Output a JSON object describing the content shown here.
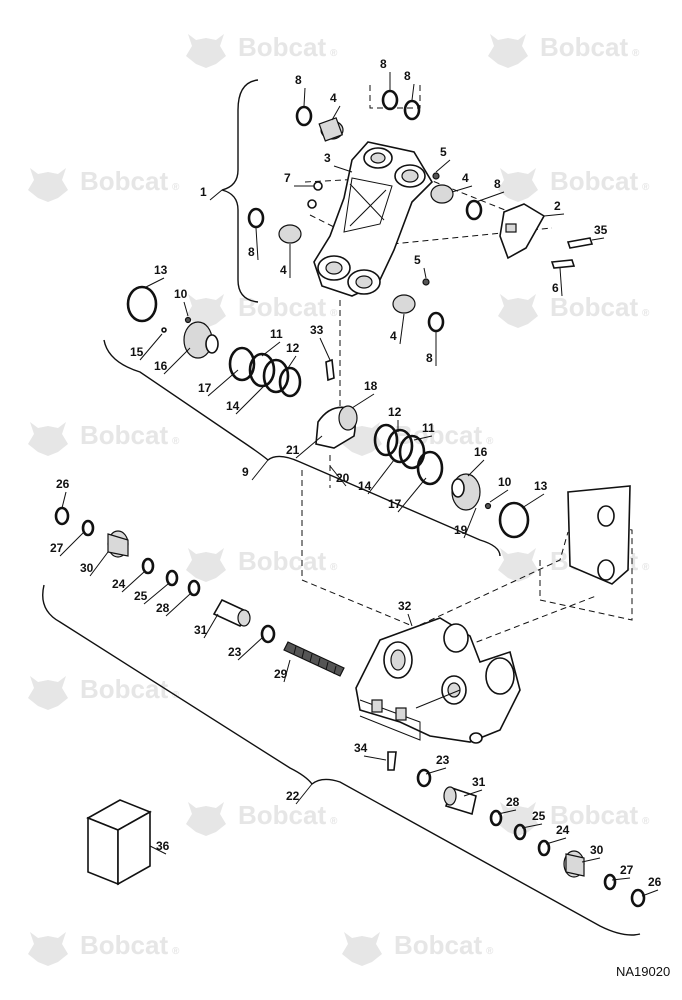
{
  "watermark": {
    "text": "Bobcat",
    "mark": "®"
  },
  "drawing_code": "NA19020",
  "callouts": [
    "1",
    "2",
    "3",
    "4",
    "5",
    "6",
    "7",
    "8",
    "9",
    "10",
    "11",
    "12",
    "13",
    "14",
    "15",
    "16",
    "17",
    "18",
    "19",
    "20",
    "21",
    "22",
    "23",
    "24",
    "25",
    "26",
    "27",
    "28",
    "29",
    "30",
    "31",
    "32",
    "33",
    "34",
    "35",
    "36"
  ]
}
